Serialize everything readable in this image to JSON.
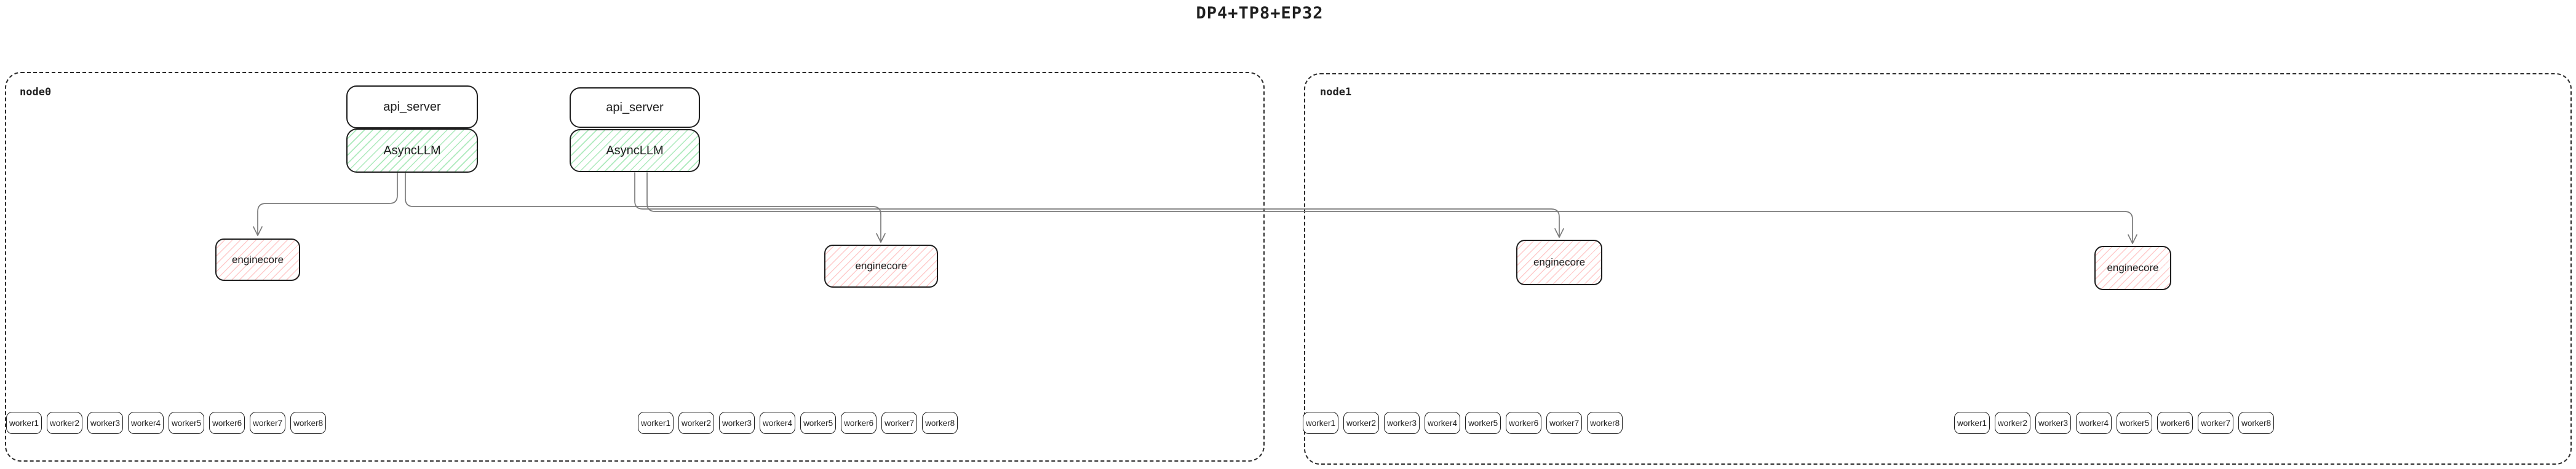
{
  "title": "DP4+TP8+EP32",
  "colors": {
    "box_border": "#1e1e1e",
    "node_border_dashed": "#2b2b2b",
    "async_llm_hatch_green": "#69d885",
    "enginecore_hatch_red": "#ff8a8a",
    "connector_gray": "#7a7a7a",
    "background": "#ffffff"
  },
  "nodes": [
    {
      "label": "node0",
      "api_stacks": [
        {
          "api_server": "api_server",
          "async_llm": "AsyncLLM"
        },
        {
          "api_server": "api_server",
          "async_llm": "AsyncLLM"
        }
      ],
      "enginecores": [
        "enginecore",
        "enginecore"
      ],
      "worker_groups": [
        [
          "worker1",
          "worker2",
          "worker3",
          "worker4",
          "worker5",
          "worker6",
          "worker7",
          "worker8"
        ],
        [
          "worker1",
          "worker2",
          "worker3",
          "worker4",
          "worker5",
          "worker6",
          "worker7",
          "worker8"
        ]
      ]
    },
    {
      "label": "node1",
      "api_stacks": [],
      "enginecores": [
        "enginecore",
        "enginecore"
      ],
      "worker_groups": [
        [
          "worker1",
          "worker2",
          "worker3",
          "worker4",
          "worker5",
          "worker6",
          "worker7",
          "worker8"
        ],
        [
          "worker1",
          "worker2",
          "worker3",
          "worker4",
          "worker5",
          "worker6",
          "worker7",
          "worker8"
        ]
      ]
    }
  ]
}
